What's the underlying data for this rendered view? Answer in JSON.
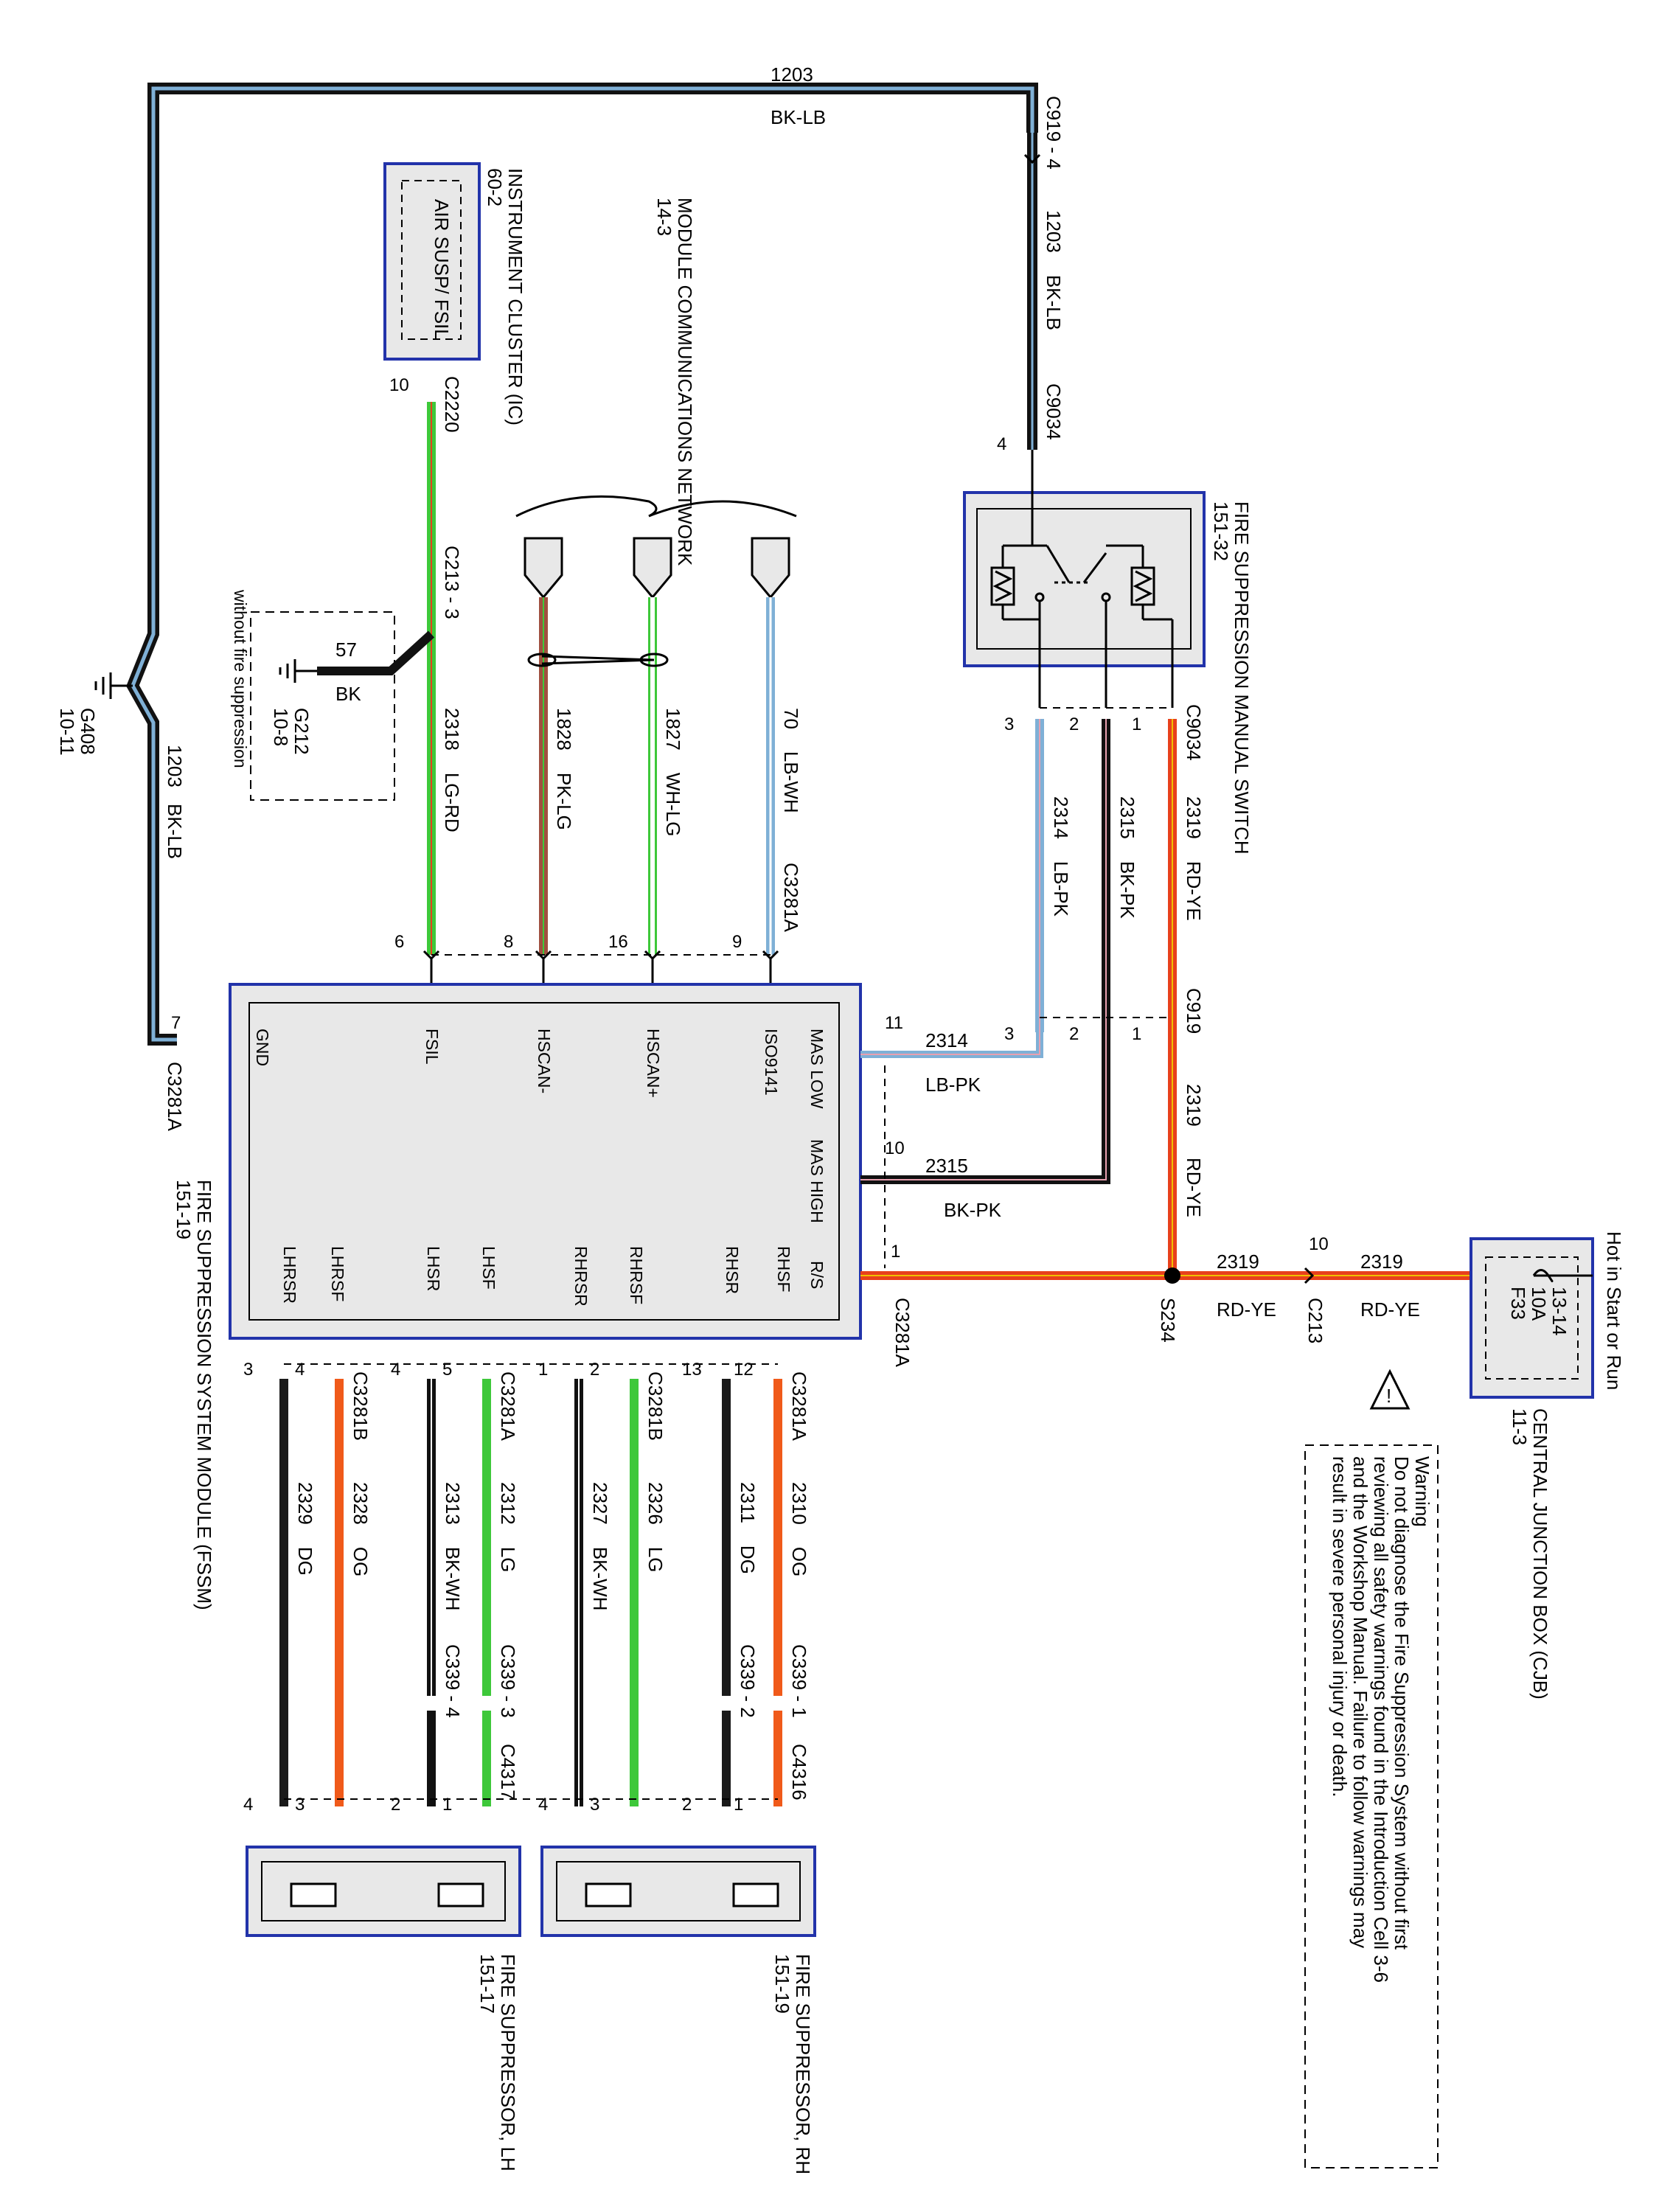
{
  "colors": {
    "BK": "#111111",
    "LB": "#7fb0d6",
    "LG": "#3ec83a",
    "RD": "#e8401c",
    "YE": "#f0c000",
    "PK": "#e8a0b0",
    "WH": "#ffffff",
    "OG": "#f05a1a",
    "DG": "#1a1a1a",
    "box_border": "#2233aa",
    "box_fill": "#e8e8e8"
  },
  "top_wire": {
    "circuit": "1203",
    "color": "BK-LB"
  },
  "g408": {
    "name": "G408",
    "ref": "10-11",
    "circuit": "1203",
    "color": "BK-LB"
  },
  "c3281a_gnd": {
    "pin": "7",
    "connector": "C3281A"
  },
  "instrument_cluster": {
    "title": "INSTRUMENT CLUSTER (IC)",
    "ref": "60-2",
    "inner": "AIR SUSP/ FSIL"
  },
  "c2220": {
    "connector": "C2220",
    "pin": "10"
  },
  "module_comm": {
    "title": "MODULE COMMUNICATIONS NETWORK",
    "ref": "14-3"
  },
  "c213_3": {
    "label": "C213 - 3"
  },
  "g212": {
    "circuit": "57",
    "color": "BK",
    "name": "G212",
    "ref": "10-8",
    "note": "without fire suppression"
  },
  "wires_mid": [
    {
      "circuit": "2318",
      "color": "LG-RD",
      "pin": "6"
    },
    {
      "circuit": "1828",
      "color": "PK-LG",
      "pin": "8"
    },
    {
      "circuit": "1827",
      "color": "WH-LG",
      "pin": "16"
    },
    {
      "circuit": "70",
      "color": "LB-WH",
      "pin": "9"
    }
  ],
  "c3281a_top": "C3281A",
  "c919_4": {
    "label": "C919 - 4",
    "circuit": "1203",
    "color": "BK-LB"
  },
  "c9034_top": {
    "connector": "C9034",
    "pin": "4"
  },
  "switch": {
    "title": "FIRE SUPPRESSION MANUAL SWITCH",
    "ref": "151-32"
  },
  "c9034_bottom": {
    "connector": "C9034",
    "pins": [
      "3",
      "2",
      "1"
    ]
  },
  "switch_wires": [
    {
      "circuit": "2314",
      "color": "LB-PK"
    },
    {
      "circuit": "2315",
      "color": "BK-PK"
    },
    {
      "circuit": "2319",
      "color": "RD-YE"
    }
  ],
  "c919": {
    "connector": "C919",
    "pins": [
      "3",
      "2",
      "1"
    ]
  },
  "module": {
    "title": "FIRE SUPPRESSION SYSTEM MODULE (FSSM)",
    "ref": "151-19",
    "top_pins": [
      "GND",
      "FSIL",
      "HSCAN-",
      "HSCAN+",
      "ISO9141",
      "MAS LOW"
    ],
    "right_pins": [
      "MAS LOW",
      "MAS HIGH",
      "R/S"
    ],
    "bottom_pins": [
      "LHRSR",
      "LHRSF",
      "LHSR",
      "LHSF",
      "RHRSR",
      "RHRSF",
      "RHSR",
      "RHSF"
    ]
  },
  "mas_low": {
    "pin": "11",
    "circuit": "2314",
    "color": "LB-PK"
  },
  "mas_high": {
    "pin": "10",
    "circuit": "2315",
    "color": "BK-PK"
  },
  "rs": {
    "pin": "1",
    "connector": "C3281A"
  },
  "c919_right_wire": {
    "circuit": "2319",
    "color": "RD-YE"
  },
  "s234": {
    "name": "S234",
    "circuit": "2319",
    "color": "RD-YE"
  },
  "c213": {
    "name": "C213",
    "pin": "10",
    "circuit": "2319",
    "color": "RD-YE"
  },
  "cjb": {
    "title": "CENTRAL JUNCTION BOX (CJB)",
    "ref": "11-3",
    "hot": "Hot in Start or Run",
    "fuse": "F33",
    "amp": "10A",
    "fref": "13-14"
  },
  "warning": {
    "title": "Warning",
    "lines": [
      "Do not diagnose the Fire Suppression System without first",
      "reviewing all safety warnings found in the Introduction Cell 3-6",
      "and the Workshop Manual. Failure to follow warnings may",
      "result in severe personal injury or death."
    ]
  },
  "lower_wires": [
    {
      "pin": "3",
      "conn": "4",
      "circuit": "2329",
      "color": "DG"
    },
    {
      "pin": "3",
      "conn": "C3281B",
      "circuit": "2328",
      "color": "OG"
    },
    {
      "pin": "4",
      "conn": "5",
      "circuit": "2313",
      "color": "BK-WH"
    },
    {
      "pin": "C3281A",
      "conn": "",
      "circuit": "2312",
      "color": "LG"
    },
    {
      "pin": "1",
      "conn": "2",
      "circuit": "2327",
      "color": "BK-WH"
    },
    {
      "pin": "C3281B",
      "conn": "",
      "circuit": "2326",
      "color": "LG"
    },
    {
      "pin": "13",
      "conn": "12",
      "circuit": "2311",
      "color": "DG"
    },
    {
      "pin": "C3281A",
      "conn": "",
      "circuit": "2310",
      "color": "OG"
    }
  ],
  "c339_lh": {
    "a": "C339 - 4",
    "b": "C339 - 3",
    "c": "C4317",
    "pins_bottom": [
      "4",
      "3",
      "2",
      "1"
    ]
  },
  "c339_rh": {
    "a": "C339 - 2",
    "b": "C339 - 1",
    "c": "C4316",
    "pins_bottom": [
      "4",
      "3",
      "2",
      "1"
    ]
  },
  "supp_lh": {
    "title": "FIRE SUPPRESSOR, LH",
    "ref": "151-17"
  },
  "supp_rh": {
    "title": "FIRE SUPPRESSOR, RH",
    "ref": "151-19"
  }
}
